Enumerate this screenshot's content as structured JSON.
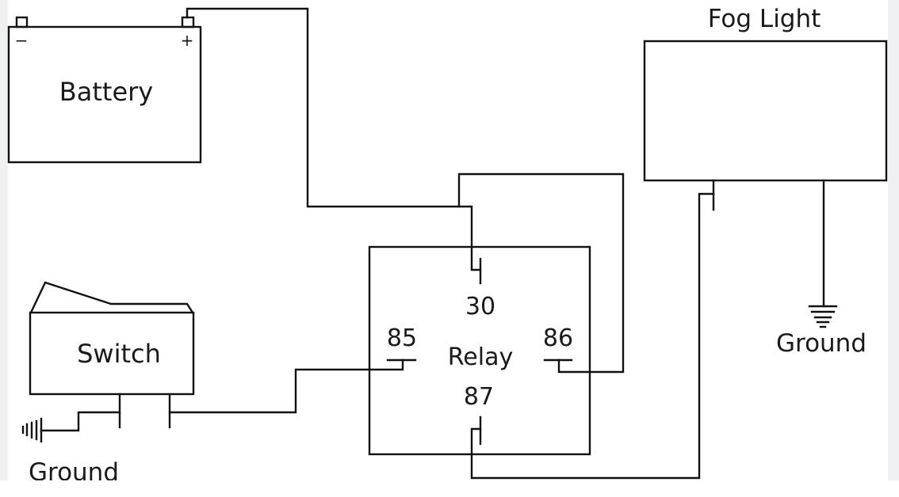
{
  "diagram": {
    "battery": {
      "label": "Battery",
      "negative_symbol": "−",
      "positive_symbol": "+"
    },
    "switch": {
      "label": "Switch"
    },
    "switch_ground": {
      "label": "Ground"
    },
    "relay": {
      "label": "Relay",
      "terminals": {
        "t30": "30",
        "t85": "85",
        "t86": "86",
        "t87": "87"
      }
    },
    "fog_light": {
      "label": "Fog Light"
    },
    "fog_light_ground": {
      "label": "Ground"
    },
    "colors": {
      "line": "#111111",
      "background": "#ffffff",
      "side_strip": "#f0f1f3"
    }
  }
}
